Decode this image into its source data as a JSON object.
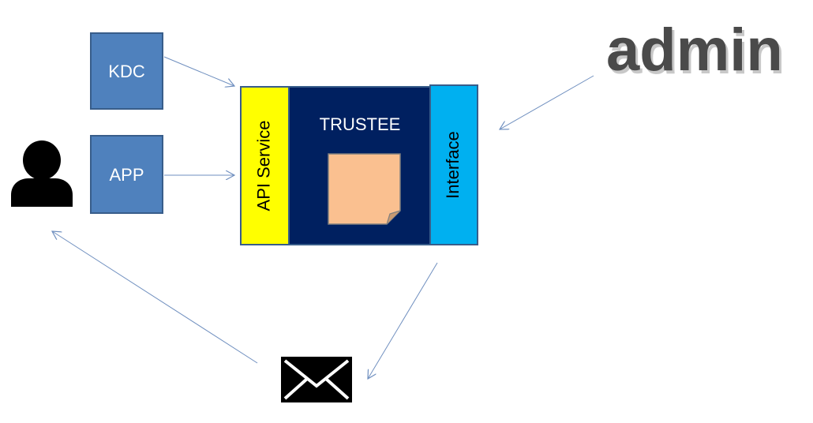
{
  "nodes": {
    "kdc": {
      "label": "KDC",
      "fill": "#4f81bd",
      "stroke": "#385d8a"
    },
    "app": {
      "label": "APP",
      "fill": "#4f81bd",
      "stroke": "#385d8a"
    },
    "trustee": {
      "label": "TRUSTEE",
      "fill": "#002060",
      "stroke": "#385d8a"
    },
    "api_service": {
      "label": "API Service",
      "fill": "#ffff00"
    },
    "interface": {
      "label": "Interface",
      "fill": "#00b0f0"
    },
    "admin": {
      "label": "admin"
    },
    "user": {
      "icon": "user-icon"
    },
    "mail": {
      "icon": "envelope-icon"
    },
    "note": {
      "icon": "note-icon",
      "fill": "#fac090"
    }
  },
  "colors": {
    "arrow": "#6f8fbf"
  }
}
